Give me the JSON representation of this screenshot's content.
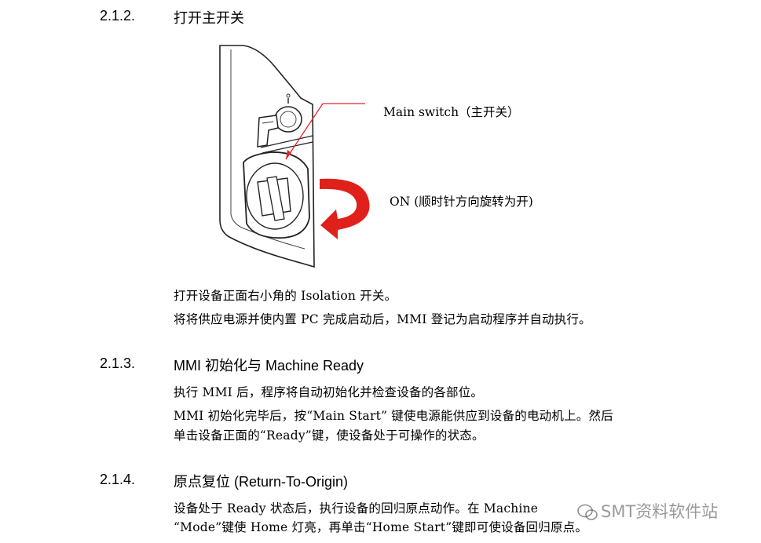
{
  "sections": [
    {
      "number": "2.1.2.",
      "title": "打开主开关",
      "figure_labels": {
        "main_switch": "Main switch（主开关）",
        "on": "ON  (顺时针方向旋转为开)"
      },
      "paragraphs": [
        "打开设备正面右小角的 Isolation 开关。",
        "将将供应电源并使内置 PC 完成启动后，MMI 登记为启动程序并自动执行。"
      ]
    },
    {
      "number": "2.1.3.",
      "title": "MMI 初始化与 Machine Ready",
      "paragraphs": [
        "执行 MMI 后，程序将自动初始化并检查设备的各部位。",
        "MMI  初始化完毕后，按“Main  Start”  键使电源能供应到设备的电动机上。然后",
        "单击设备正面的“Ready”键，使设备处于可操作的状态。"
      ]
    },
    {
      "number": "2.1.4.",
      "title": "原点复位  (Return-To-Origin)",
      "paragraphs": [
        "设备处于  Ready  状态后，执行设备的回归原点动作。在  Machine",
        "“Mode”键使 Home 灯亮，再单击“Home Start”键即可使设备回归原点。"
      ]
    }
  ],
  "watermark": "SMT资料软件站",
  "colors": {
    "arrow_red": "#e0201a",
    "line_red": "#e8242a"
  }
}
